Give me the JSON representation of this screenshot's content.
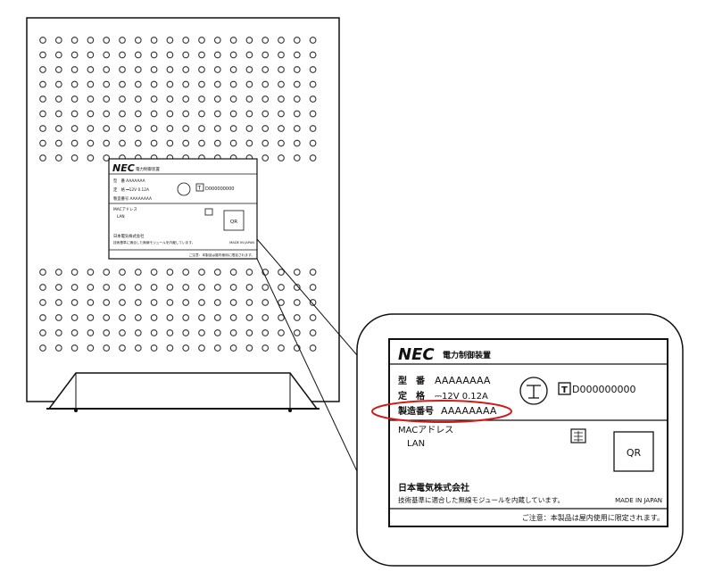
{
  "small_label": {
    "brand": "NEC",
    "product": "電力制御装置",
    "model_row": "型　番 AAAAAAA",
    "rating_row": "定　格 ⎓12V 0.12A",
    "serial_row": "製造番号 AAAAAAAA",
    "cert_code": "D000000000",
    "mac_header": "MACアドレス",
    "lan": "LAN",
    "qr": "QR",
    "company": "日本電気株式会社",
    "notice": "技術基準に適合した無線モジュールを内蔵しています。",
    "made_in": "MADE IN JAPAN",
    "footer": "ご注意：本製品は屋内使用に限定されます。"
  },
  "zoom_label": {
    "brand": "NEC",
    "product": "電力制御装置",
    "model_label": "型　番",
    "model_value": "AAAAAAAA",
    "rating_label": "定　格",
    "rating_value": "⎓12V 0.12A",
    "serial_label": "製造番号",
    "serial_value": "AAAAAAAA",
    "cert_code": "D000000000",
    "mac_header": "MACアドレス",
    "lan": "LAN",
    "qr": "QR",
    "company": "日本電気株式会社",
    "notice": "技術基準に適合した無線モジュールを内蔵しています。",
    "made_in": "MADE IN JAPAN",
    "footer": "ご注意：本製品は屋内使用に限定されます。"
  },
  "colors": {
    "line": "#111111",
    "highlight": "#d11a1a",
    "background": "#ffffff"
  }
}
